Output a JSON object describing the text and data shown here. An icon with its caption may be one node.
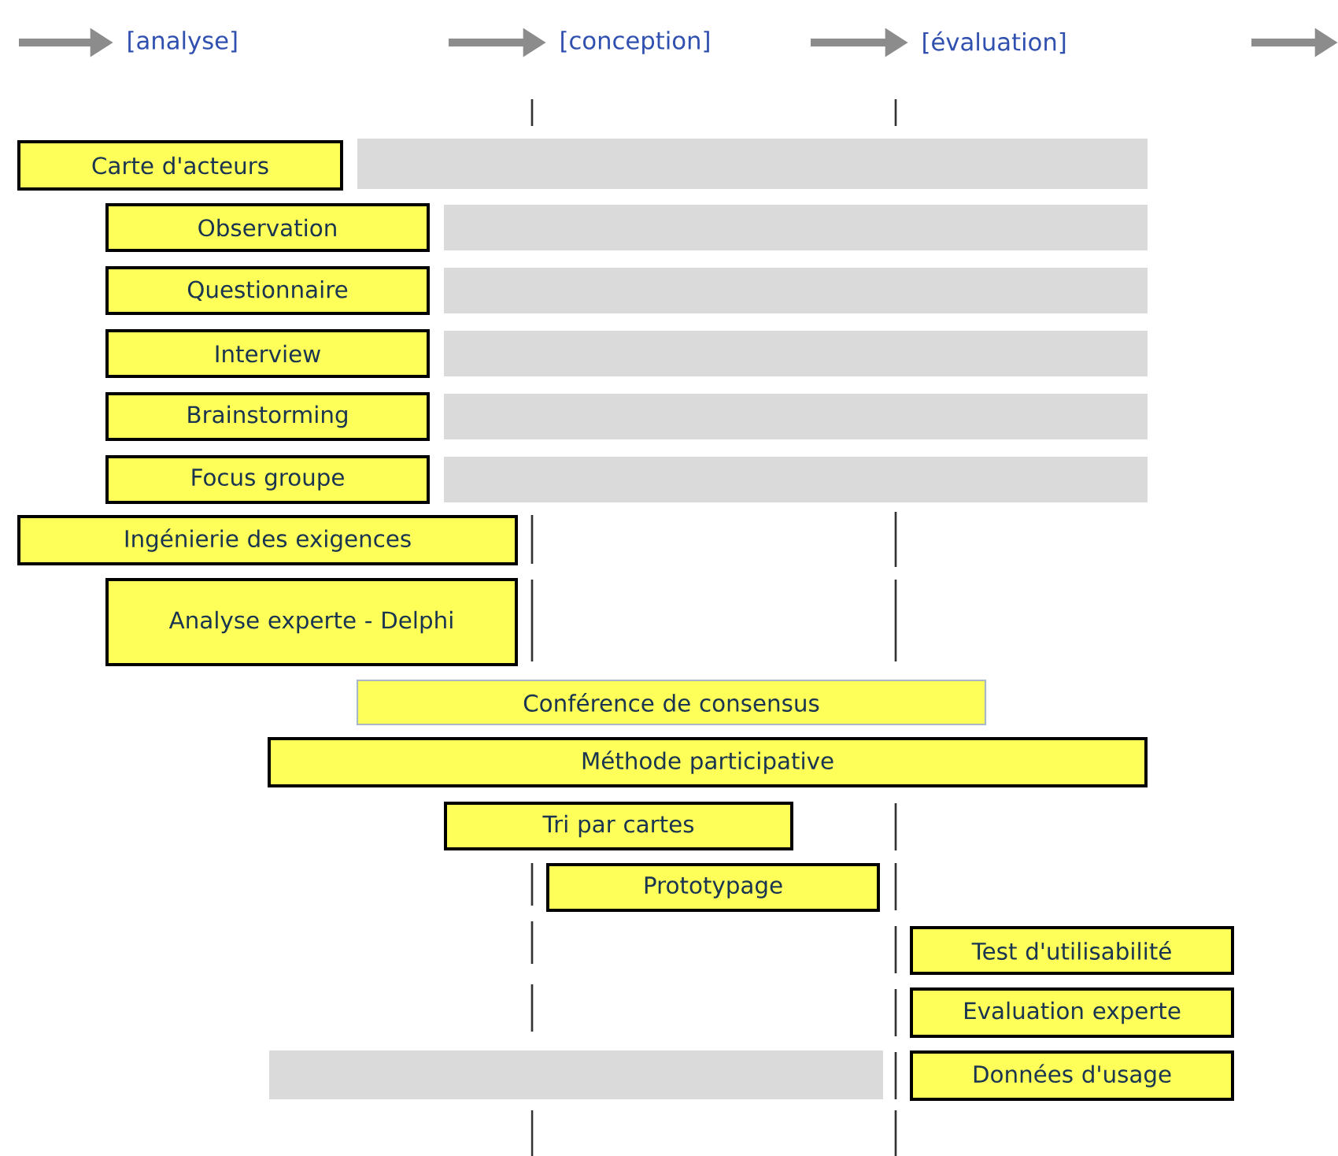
{
  "diagram": {
    "nodes": [
      {
        "text": [
          "[analyse]"
        ]
      },
      {
        "text": [
          "[conception]"
        ]
      },
      {
        "text": [
          "[évaluation]"
        ]
      },
      {
        "text": [
          "Carte d'acteurs"
        ]
      },
      {
        "text": [
          "Observation"
        ]
      },
      {
        "text": [
          "Questionnaire"
        ]
      },
      {
        "text": [
          "Interview"
        ]
      },
      {
        "text": [
          "Brainstorming"
        ]
      },
      {
        "text": [
          "Focus groupe"
        ]
      },
      {
        "text": [
          "Ingénierie des exigences"
        ]
      },
      {
        "text": [
          "Analyse experte - Delphi"
        ]
      },
      {
        "text": [
          "Conférence de consensus"
        ]
      },
      {
        "text": [
          "Méthode participative"
        ]
      },
      {
        "text": [
          "Tri par cartes"
        ]
      },
      {
        "text": [
          "Prototypage"
        ]
      },
      {
        "text": [
          "Test d'utilisabilité"
        ]
      },
      {
        "text": [
          "Evaluation experte"
        ]
      },
      {
        "text": [
          "Données d'usage"
        ]
      },
      {
        "text": [],
        "shape": "bar"
      },
      {
        "text": [],
        "shape": "bar"
      },
      {
        "text": [],
        "shape": "bar"
      },
      {
        "text": [],
        "shape": "bar"
      },
      {
        "text": [],
        "shape": "bar"
      },
      {
        "text": [],
        "shape": "bar"
      },
      {
        "text": [],
        "shape": "bar"
      }
    ],
    "edges": [
      {
        "from": null,
        "to": 0,
        "arrow": "to"
      },
      {
        "from": null,
        "to": 1,
        "arrow": "to"
      },
      {
        "from": null,
        "to": 2,
        "arrow": "to"
      }
    ]
  }
}
